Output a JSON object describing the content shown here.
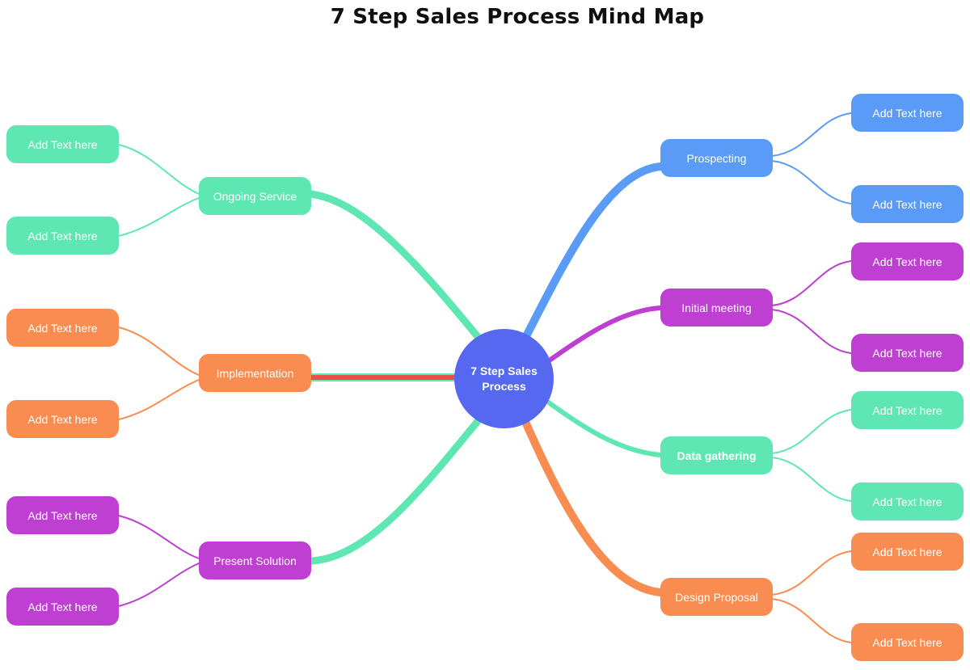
{
  "title": "7 Step Sales Process Mind Map",
  "palette": {
    "teal": "#5FE7B3",
    "orange": "#F98C50",
    "purple": "#BE3FD2",
    "blue": "#599BF7",
    "center_blue": "#5668EF",
    "red": "#E8504E",
    "title_text": "#0F0F0F",
    "node_text": "#FFFFFF"
  },
  "center": {
    "label": "7 Step Sales Process",
    "color": "#5668EF"
  },
  "branches": [
    {
      "label": "Ongoing Service",
      "side": "left",
      "color": "#5FE7B3",
      "edge_color": "#5FE7B3",
      "children": [
        "Add Text here",
        "Add Text here"
      ]
    },
    {
      "label": "Implementation",
      "side": "left",
      "color": "#F98C50",
      "edge_color": "#E8504E",
      "edge_underlay_color": "#5FE7B3",
      "children": [
        "Add Text here",
        "Add Text here"
      ]
    },
    {
      "label": "Present Solution",
      "side": "left",
      "color": "#BE3FD2",
      "edge_color": "#5FE7B3",
      "children": [
        "Add Text here",
        "Add Text here"
      ]
    },
    {
      "label": "Prospecting",
      "side": "right",
      "color": "#599BF7",
      "edge_color": "#599BF7",
      "children": [
        "Add Text here",
        "Add Text here"
      ]
    },
    {
      "label": "Initial meeting",
      "side": "right",
      "color": "#BE3FD2",
      "edge_color": "#BE3FD2",
      "children": [
        "Add Text here",
        "Add Text here"
      ]
    },
    {
      "label": "Data gathering",
      "side": "right",
      "color": "#5FE7B3",
      "edge_color": "#5FE7B3",
      "bold": true,
      "children": [
        "Add Text here",
        "Add Text here"
      ]
    },
    {
      "label": "Design Proposal",
      "side": "right",
      "color": "#F98C50",
      "edge_color": "#F98C50",
      "children": [
        "Add Text here",
        "Add Text here"
      ]
    }
  ]
}
